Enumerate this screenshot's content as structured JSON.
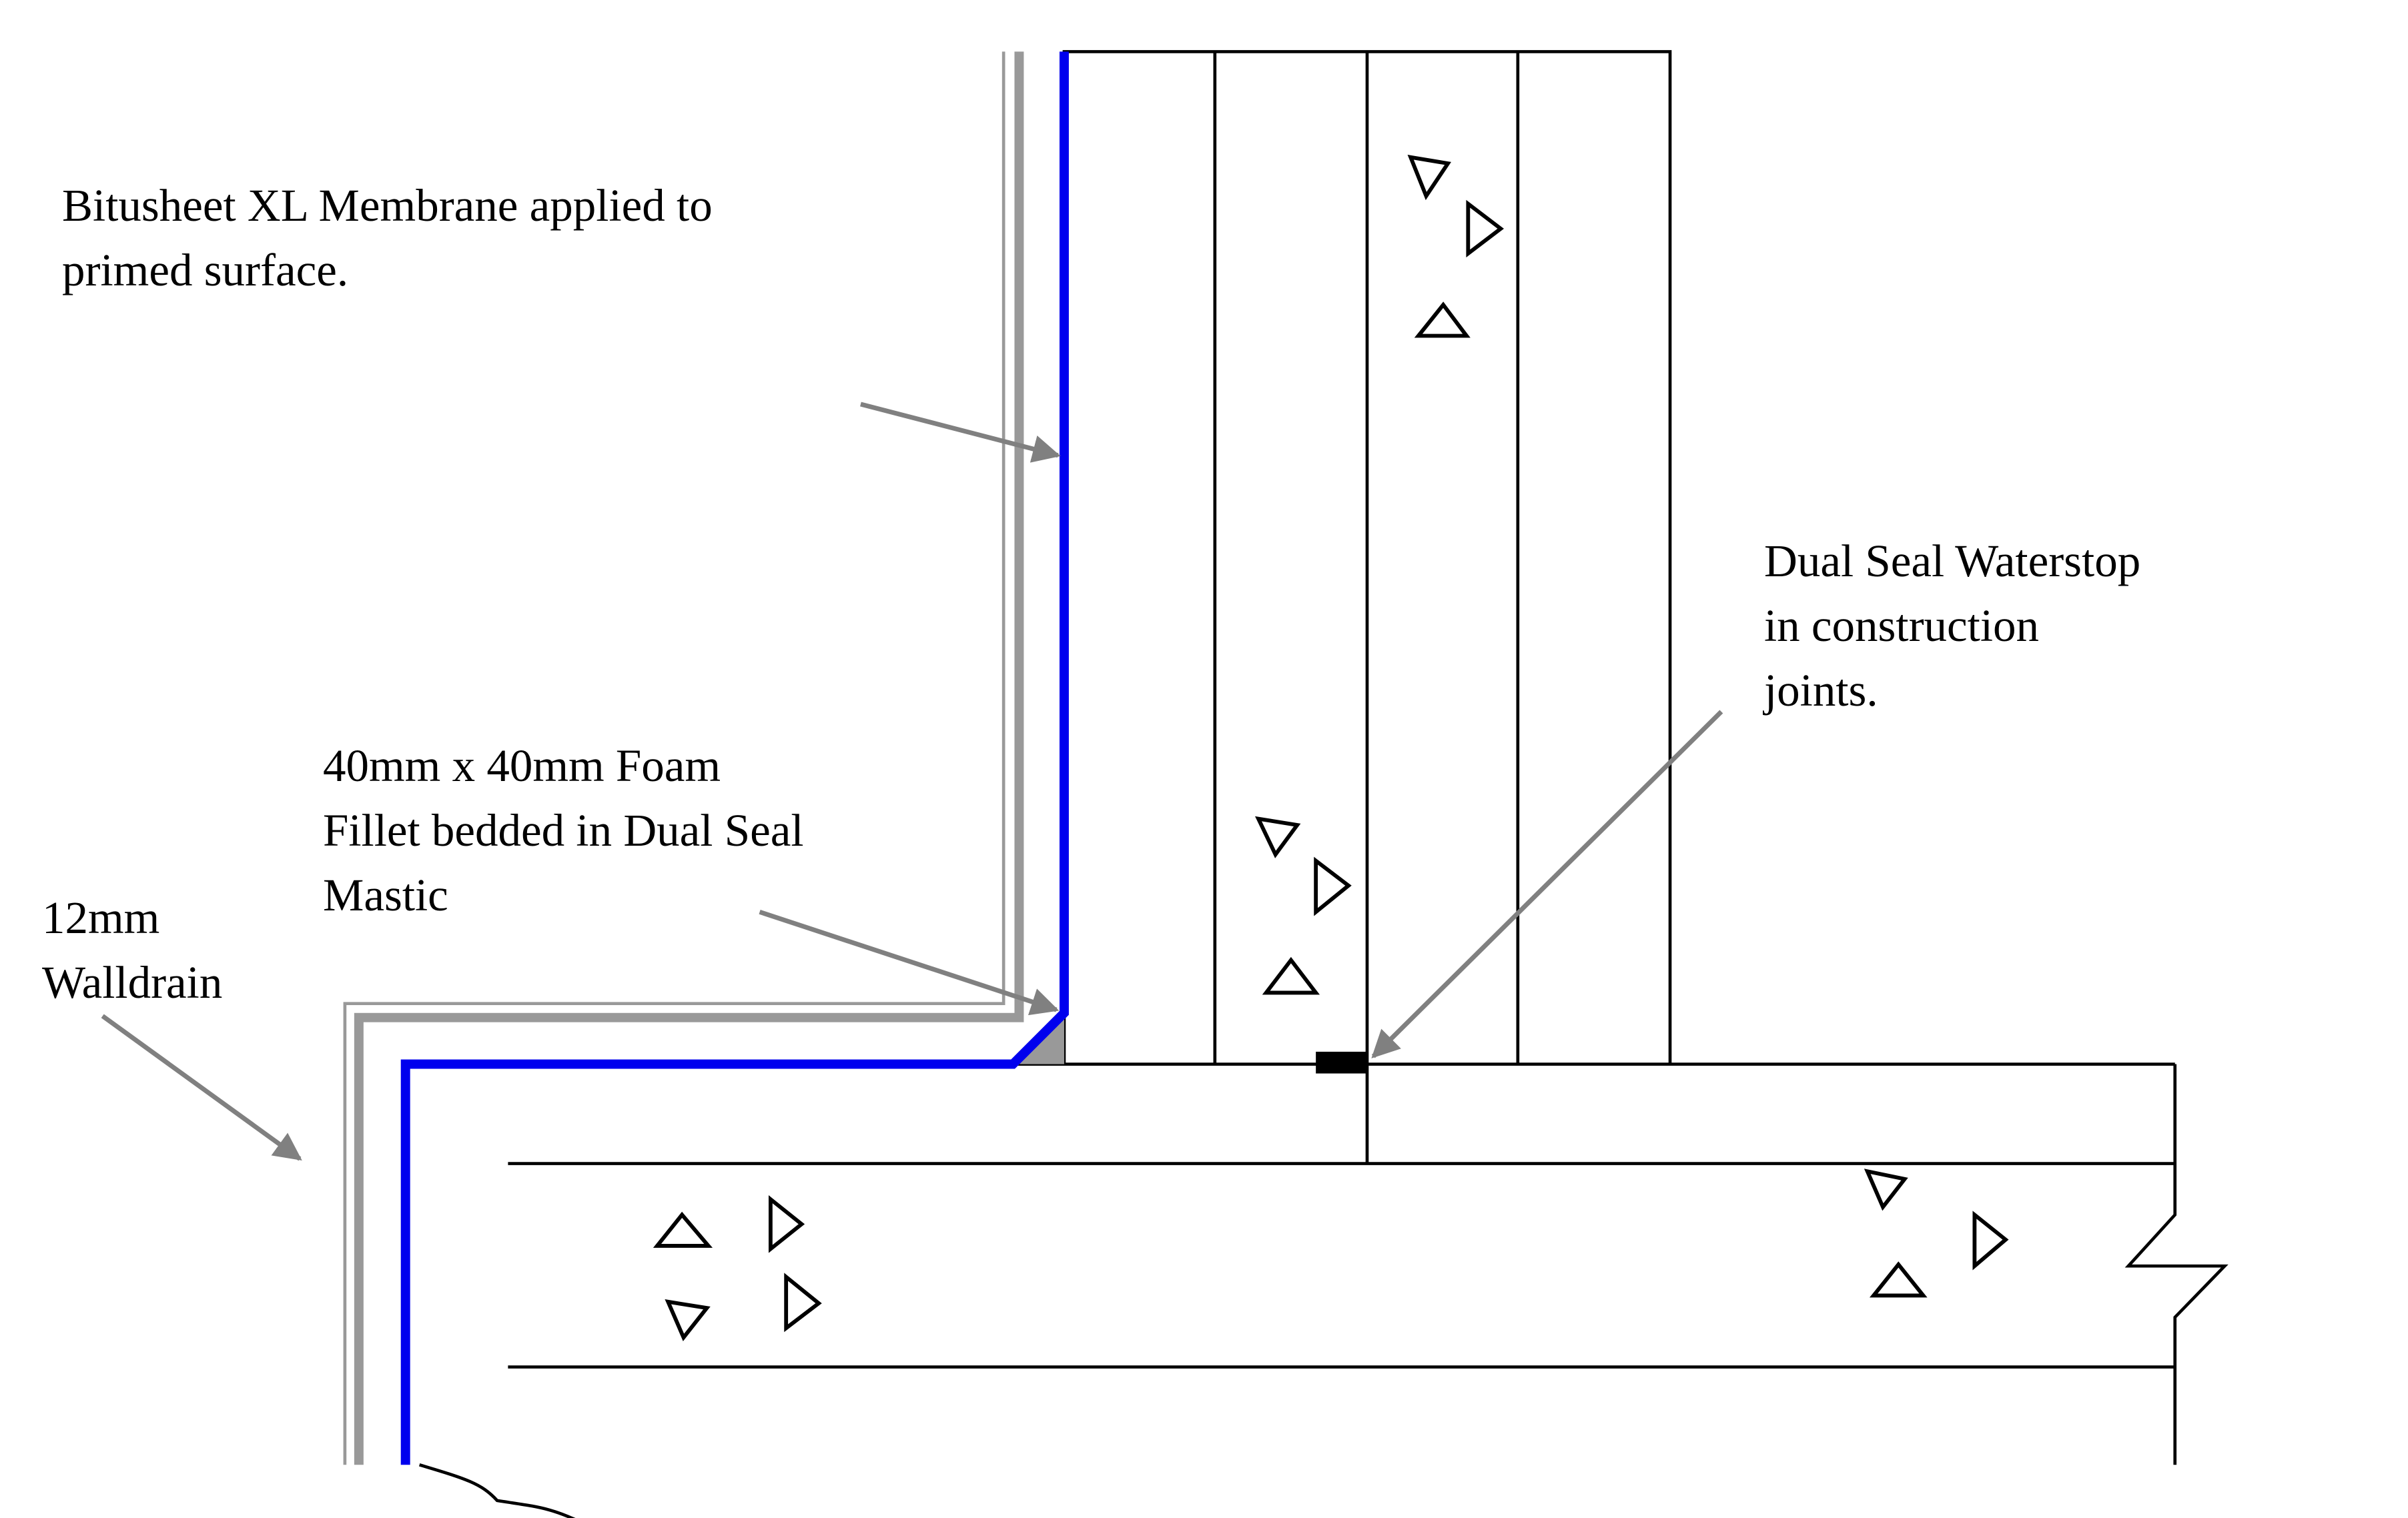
{
  "labels": {
    "membrane": [
      "Bitusheet XL Membrane applied to",
      "primed surface."
    ],
    "waterstop": [
      "Dual Seal Waterstop",
      "in construction",
      "joints."
    ],
    "fillet": [
      "40mm x 40mm Foam",
      "Fillet bedded in Dual Seal",
      "Mastic"
    ],
    "walldrain": [
      "12mm",
      "Walldrain"
    ]
  },
  "colors": {
    "membrane": "#0000ee",
    "walldrain": "#999999",
    "leader": "#808080",
    "outline": "#000000",
    "fillet": "#999999",
    "waterstop": "#000000"
  }
}
